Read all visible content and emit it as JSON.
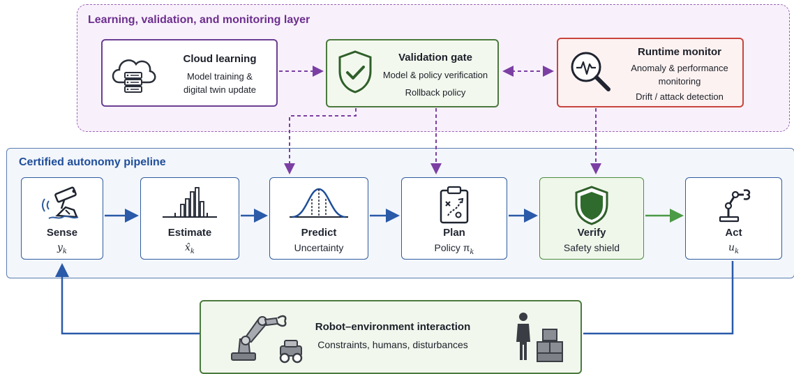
{
  "top_layer": {
    "title": "Learning, validation, and monitoring layer"
  },
  "cloud": {
    "title": "Cloud learning",
    "line1": "Model training &",
    "line2": "digital twin update"
  },
  "validation": {
    "title": "Validation gate",
    "line1": "Model & policy verification",
    "line2": "Rollback policy"
  },
  "monitor": {
    "title": "Runtime monitor",
    "line1": "Anomaly & performance",
    "line2": "monitoring",
    "line3": "Drift / attack detection"
  },
  "pipeline": {
    "title": "Certified autonomy pipeline",
    "steps": [
      {
        "title": "Sense",
        "sub": "y",
        "sub_k": "k"
      },
      {
        "title": "Estimate",
        "sub": "x̂",
        "sub_k": "k"
      },
      {
        "title": "Predict",
        "sub": "Uncertainty"
      },
      {
        "title": "Plan",
        "sub": "Policy π",
        "sub_k": "k"
      },
      {
        "title": "Verify",
        "sub": "Safety shield"
      },
      {
        "title": "Act",
        "sub": "u",
        "sub_k": "k"
      }
    ]
  },
  "environment": {
    "title": "Robot–environment interaction",
    "sub": "Constraints, humans, disturbances"
  },
  "colors": {
    "purple": "#6b3f93",
    "green": "#4b7a3d",
    "red": "#c8443e",
    "blue": "#2f5b9e",
    "flow": "#2a5aa8"
  }
}
